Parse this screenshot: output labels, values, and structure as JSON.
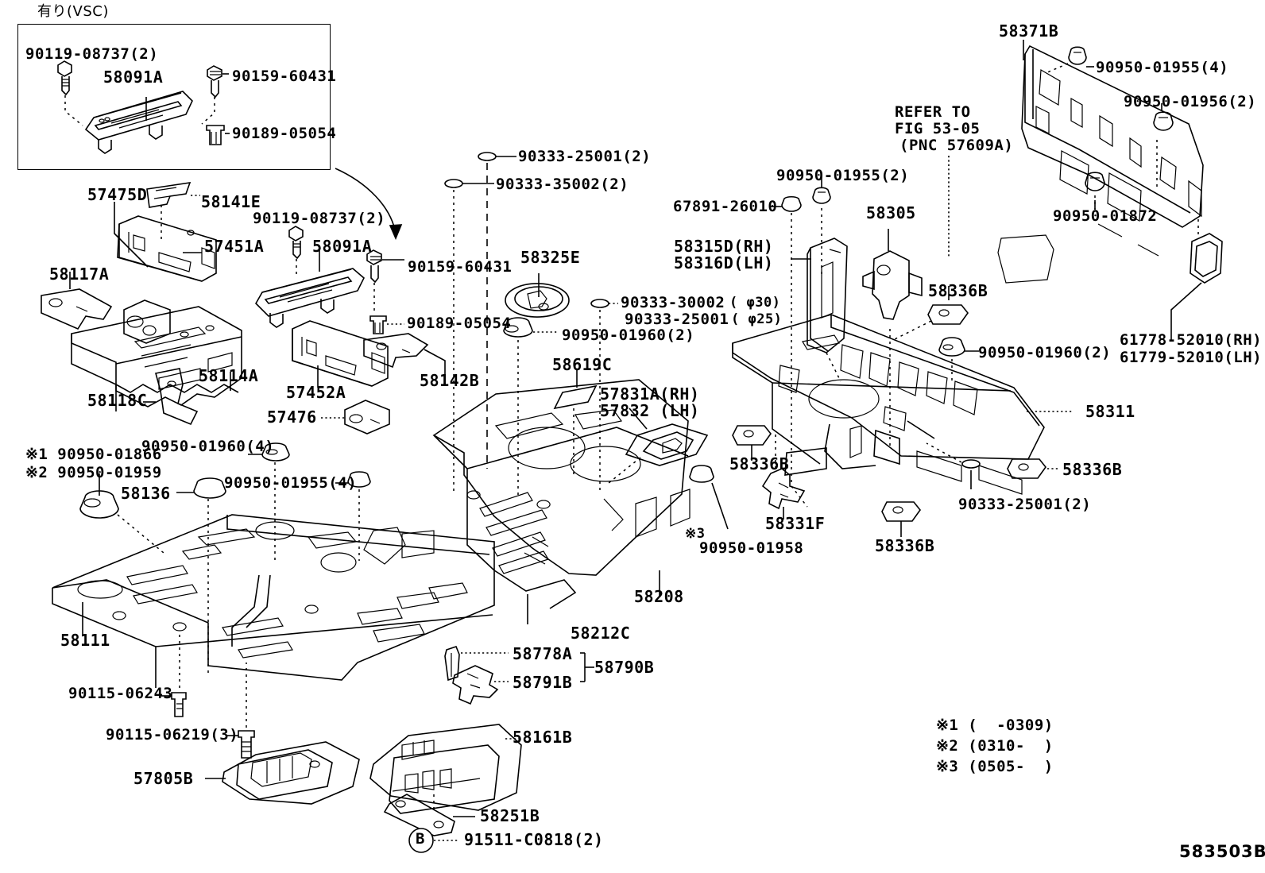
{
  "diagram": {
    "code": "583503B",
    "vsc_box_title": "有り(VSC)"
  },
  "vsc_inset": {
    "labels": [
      {
        "id": "vsc-90119-08737",
        "text": "90119-08737(2)"
      },
      {
        "id": "vsc-58091A",
        "text": "58091A"
      },
      {
        "id": "vsc-90159-60431",
        "text": "90159-60431"
      },
      {
        "id": "vsc-90189-05054",
        "text": "90189-05054"
      }
    ]
  },
  "left_group": {
    "labels": [
      {
        "id": "57475D",
        "text": "57475D"
      },
      {
        "id": "58141E",
        "text": "58141E"
      },
      {
        "id": "57451A",
        "text": "57451A"
      },
      {
        "id": "58117A",
        "text": "58117A"
      },
      {
        "id": "58114A",
        "text": "58114A"
      },
      {
        "id": "58118C",
        "text": "58118C"
      },
      {
        "id": "57452A",
        "text": "57452A"
      },
      {
        "id": "57476",
        "text": "57476"
      },
      {
        "id": "90119-08737-2",
        "text": "90119-08737(2)"
      },
      {
        "id": "58091A-2",
        "text": "58091A"
      },
      {
        "id": "90159-60431-2",
        "text": "90159-60431"
      },
      {
        "id": "90189-05054-2",
        "text": "90189-05054"
      },
      {
        "id": "58142B",
        "text": "58142B"
      }
    ]
  },
  "center_group": {
    "labels": [
      {
        "id": "90333-25001-top",
        "text": "90333-25001(2)"
      },
      {
        "id": "90333-35002",
        "text": "90333-35002(2)"
      },
      {
        "id": "58325E",
        "text": "58325E"
      },
      {
        "id": "90333-30002",
        "text": "90333-30002"
      },
      {
        "id": "90333-30002-dia",
        "text": "( φ30)"
      },
      {
        "id": "90333-25001-d",
        "text": "90333-25001"
      },
      {
        "id": "90333-25001-dia",
        "text": "( φ25)"
      },
      {
        "id": "90950-01960-2",
        "text": "90950-01960(2)"
      },
      {
        "id": "58619C",
        "text": "58619C"
      },
      {
        "id": "57831A-RH",
        "text": "57831A(RH)"
      },
      {
        "id": "57832-LH",
        "text": "57832 (LH)"
      },
      {
        "id": "58208",
        "text": "58208"
      },
      {
        "id": "58212C",
        "text": "58212C"
      },
      {
        "id": "note3-mark-a",
        "text": "※3"
      },
      {
        "id": "90950-01958",
        "text": "90950-01958"
      },
      {
        "id": "58778A",
        "text": "58778A"
      },
      {
        "id": "58790B",
        "text": "58790B"
      },
      {
        "id": "58791B",
        "text": "58791B"
      },
      {
        "id": "58161B",
        "text": "58161B"
      },
      {
        "id": "57805B",
        "text": "57805B"
      },
      {
        "id": "58251B",
        "text": "58251B"
      },
      {
        "id": "91511-C0818",
        "text": "91511-C0818(2)"
      },
      {
        "id": "circle-b",
        "text": "B"
      }
    ]
  },
  "lower_left_group": {
    "labels": [
      {
        "id": "note1-90950-01866",
        "text": "※1 90950-01866"
      },
      {
        "id": "note2-90950-01959",
        "text": "※2 90950-01959"
      },
      {
        "id": "58136",
        "text": "58136"
      },
      {
        "id": "90950-01960-4",
        "text": "90950-01960(4)"
      },
      {
        "id": "90950-01955-4",
        "text": "90950-01955(4)"
      },
      {
        "id": "58111",
        "text": "58111"
      },
      {
        "id": "90115-06243",
        "text": "90115-06243"
      },
      {
        "id": "90115-06219-3",
        "text": "90115-06219(3)"
      }
    ]
  },
  "right_group": {
    "labels": [
      {
        "id": "refer-l1",
        "text": "REFER TO"
      },
      {
        "id": "refer-l2",
        "text": "FIG 53-05"
      },
      {
        "id": "refer-l3",
        "text": "(PNC 57609A)"
      },
      {
        "id": "67891-26010",
        "text": "67891-26010"
      },
      {
        "id": "90950-01955-2c",
        "text": "90950-01955(2)"
      },
      {
        "id": "58315D-RH",
        "text": "58315D(RH)"
      },
      {
        "id": "58316D-LH",
        "text": "58316D(LH)"
      },
      {
        "id": "58305",
        "text": "58305"
      },
      {
        "id": "58336B-a",
        "text": "58336B"
      },
      {
        "id": "58336B-b",
        "text": "58336B"
      },
      {
        "id": "58336B-c",
        "text": "58336B"
      },
      {
        "id": "58336B-d",
        "text": "58336B"
      },
      {
        "id": "90950-01960-2r",
        "text": "90950-01960(2)"
      },
      {
        "id": "58311",
        "text": "58311"
      },
      {
        "id": "58331F",
        "text": "58331F"
      },
      {
        "id": "90333-25001-r",
        "text": "90333-25001(2)"
      },
      {
        "id": "58371B",
        "text": "58371B"
      },
      {
        "id": "90950-01955-4r",
        "text": "90950-01955(4)"
      },
      {
        "id": "90950-01956-2",
        "text": "90950-01956(2)"
      },
      {
        "id": "90950-01872",
        "text": "90950-01872"
      },
      {
        "id": "61778-52010-RH",
        "text": "61778-52010(RH)"
      },
      {
        "id": "61779-52010-LH",
        "text": "61779-52010(LH)"
      }
    ]
  },
  "footnotes": [
    {
      "id": "note-1",
      "text": "※1 (  -0309)"
    },
    {
      "id": "note-2",
      "text": "※2 (0310-  )"
    },
    {
      "id": "note-3",
      "text": "※3 (0505-  )"
    }
  ]
}
